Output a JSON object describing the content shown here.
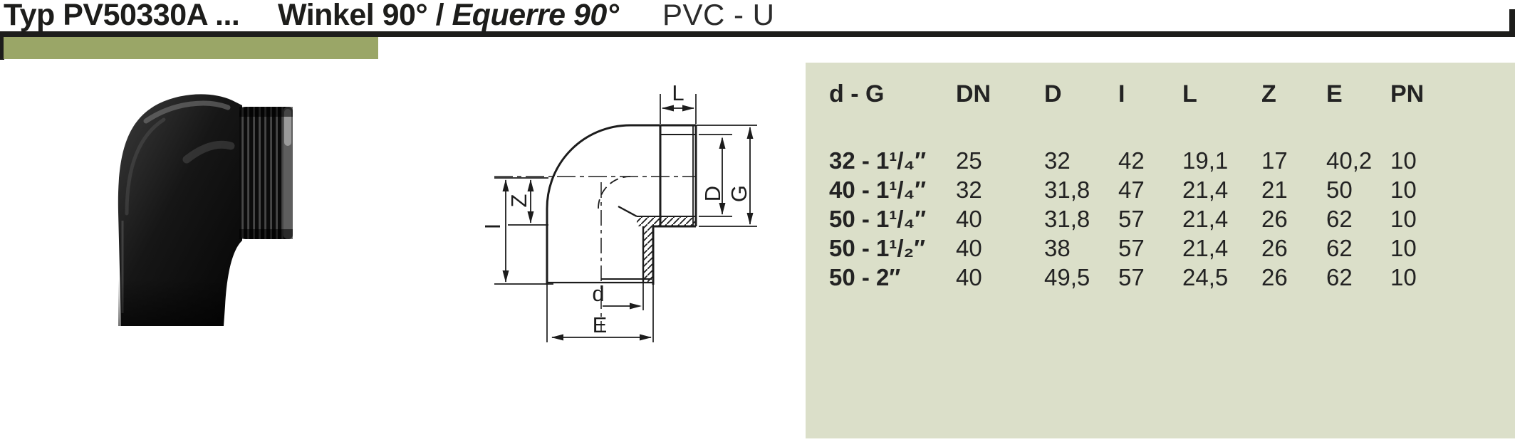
{
  "header": {
    "type_label": "Typ PV50330A ...",
    "title_de": "Winkel 90° / ",
    "title_fr": "Equerre 90°",
    "material": "PVC - U"
  },
  "drawing": {
    "labels": {
      "L": "L",
      "G": "G",
      "D": "D",
      "I": "I",
      "Z": "Z",
      "d": "d",
      "E": "E"
    }
  },
  "table": {
    "columns": [
      "d - G",
      "DN",
      "D",
      "I",
      "L",
      "Z",
      "E",
      "PN"
    ],
    "rows": [
      [
        "32 - 1¹/₄″",
        "25",
        "32",
        "42",
        "19,1",
        "17",
        "40,2",
        "10"
      ],
      [
        "40 - 1¹/₄″",
        "32",
        "31,8",
        "47",
        "21,4",
        "21",
        "50",
        "10"
      ],
      [
        "50 - 1¹/₄″",
        "40",
        "31,8",
        "57",
        "21,4",
        "26",
        "62",
        "10"
      ],
      [
        "50 - 1¹/₂″",
        "40",
        "38",
        "57",
        "21,4",
        "26",
        "62",
        "10"
      ],
      [
        "50 - 2″",
        "40",
        "49,5",
        "57",
        "24,5",
        "26",
        "62",
        "10"
      ]
    ]
  },
  "colors": {
    "accent_olive": "#9aa667",
    "table_background": "#dbdfc9",
    "line_black": "#1d1d1b"
  }
}
